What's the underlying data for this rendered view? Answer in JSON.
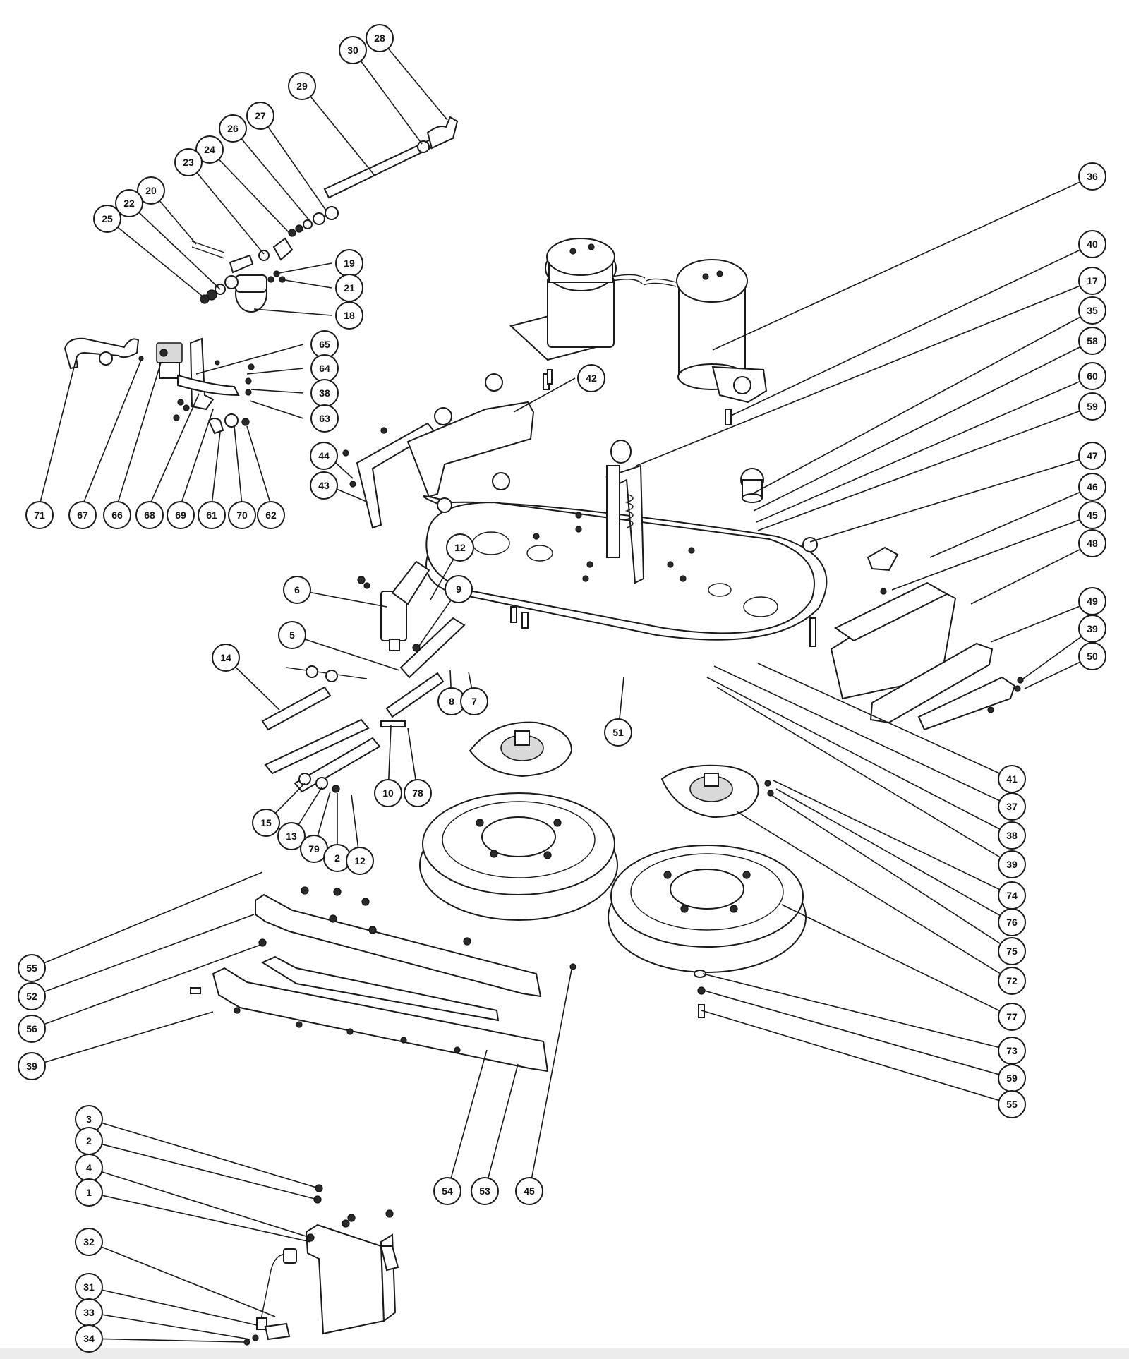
{
  "callouts": [
    {
      "n": "28"
    },
    {
      "n": "30"
    },
    {
      "n": "29"
    },
    {
      "n": "27"
    },
    {
      "n": "26"
    },
    {
      "n": "24"
    },
    {
      "n": "23"
    },
    {
      "n": "20"
    },
    {
      "n": "22"
    },
    {
      "n": "25"
    },
    {
      "n": "19"
    },
    {
      "n": "21"
    },
    {
      "n": "18"
    },
    {
      "n": "36"
    },
    {
      "n": "40"
    },
    {
      "n": "17"
    },
    {
      "n": "35"
    },
    {
      "n": "58"
    },
    {
      "n": "60"
    },
    {
      "n": "59"
    },
    {
      "n": "65"
    },
    {
      "n": "64"
    },
    {
      "n": "38"
    },
    {
      "n": "63"
    },
    {
      "n": "42"
    },
    {
      "n": "44"
    },
    {
      "n": "43"
    },
    {
      "n": "71"
    },
    {
      "n": "67"
    },
    {
      "n": "66"
    },
    {
      "n": "68"
    },
    {
      "n": "69"
    },
    {
      "n": "61"
    },
    {
      "n": "70"
    },
    {
      "n": "62"
    },
    {
      "n": "47"
    },
    {
      "n": "46"
    },
    {
      "n": "45"
    },
    {
      "n": "48"
    },
    {
      "n": "49"
    },
    {
      "n": "39"
    },
    {
      "n": "50"
    },
    {
      "n": "12"
    },
    {
      "n": "6"
    },
    {
      "n": "9"
    },
    {
      "n": "5"
    },
    {
      "n": "14"
    },
    {
      "n": "8"
    },
    {
      "n": "7"
    },
    {
      "n": "51"
    },
    {
      "n": "41"
    },
    {
      "n": "37"
    },
    {
      "n": "38"
    },
    {
      "n": "39"
    },
    {
      "n": "74"
    },
    {
      "n": "76"
    },
    {
      "n": "75"
    },
    {
      "n": "72"
    },
    {
      "n": "77"
    },
    {
      "n": "10"
    },
    {
      "n": "78"
    },
    {
      "n": "15"
    },
    {
      "n": "13"
    },
    {
      "n": "79"
    },
    {
      "n": "2"
    },
    {
      "n": "12"
    },
    {
      "n": "55"
    },
    {
      "n": "52"
    },
    {
      "n": "56"
    },
    {
      "n": "39"
    },
    {
      "n": "73"
    },
    {
      "n": "59"
    },
    {
      "n": "55"
    },
    {
      "n": "54"
    },
    {
      "n": "53"
    },
    {
      "n": "45"
    },
    {
      "n": "3"
    },
    {
      "n": "2"
    },
    {
      "n": "4"
    },
    {
      "n": "1"
    },
    {
      "n": "32"
    },
    {
      "n": "31"
    },
    {
      "n": "33"
    },
    {
      "n": "34"
    }
  ]
}
